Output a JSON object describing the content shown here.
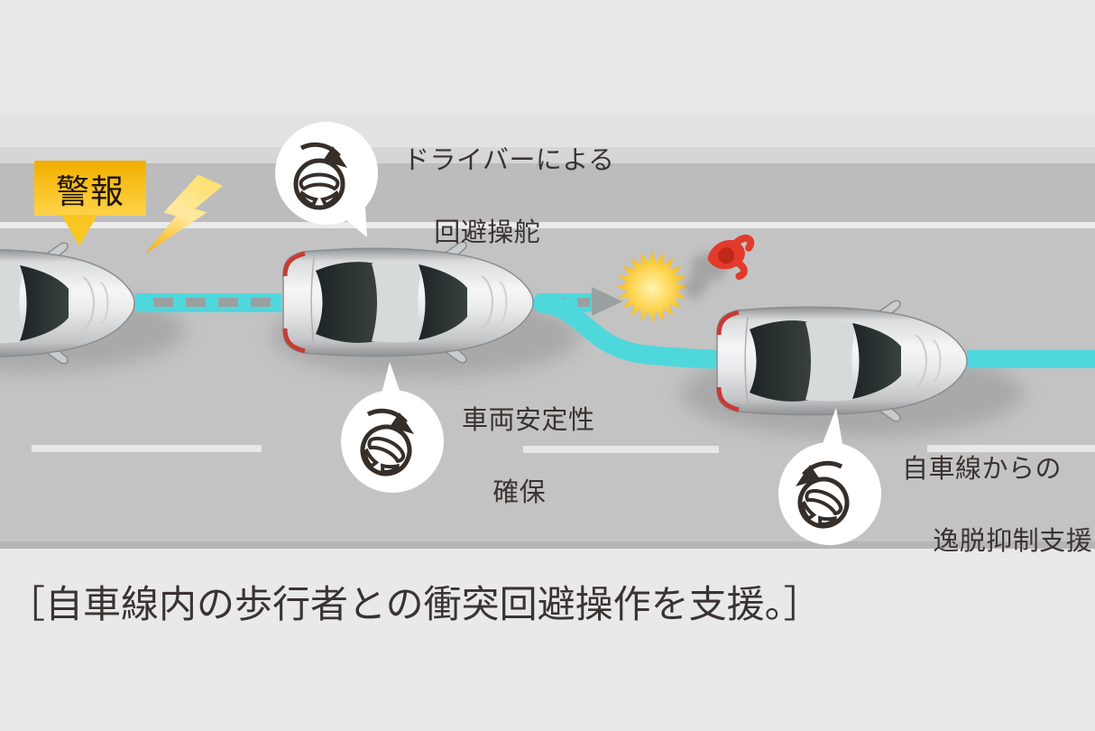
{
  "labels": {
    "alert": "警報",
    "bubble_driver": {
      "line1": "ドライバーによる",
      "line2": "回避操舵"
    },
    "bubble_stability": {
      "line1": "車両安定性",
      "line2": "確保"
    },
    "bubble_lane": {
      "line1": "自車線からの",
      "line2": "逸脱抑制支援"
    }
  },
  "caption": "［自車線内の歩行者との衝突回避操作を支援。］",
  "colors": {
    "path_cyan": "#4ed8dc",
    "warning_yellow": "#f7b90b",
    "pedestrian_red": "#e23a2b",
    "road_gray": "#c3c3c3",
    "text_dark": "#3a3332",
    "icon_stroke": "#362e29",
    "dash_gray": "#9aa0a1"
  }
}
